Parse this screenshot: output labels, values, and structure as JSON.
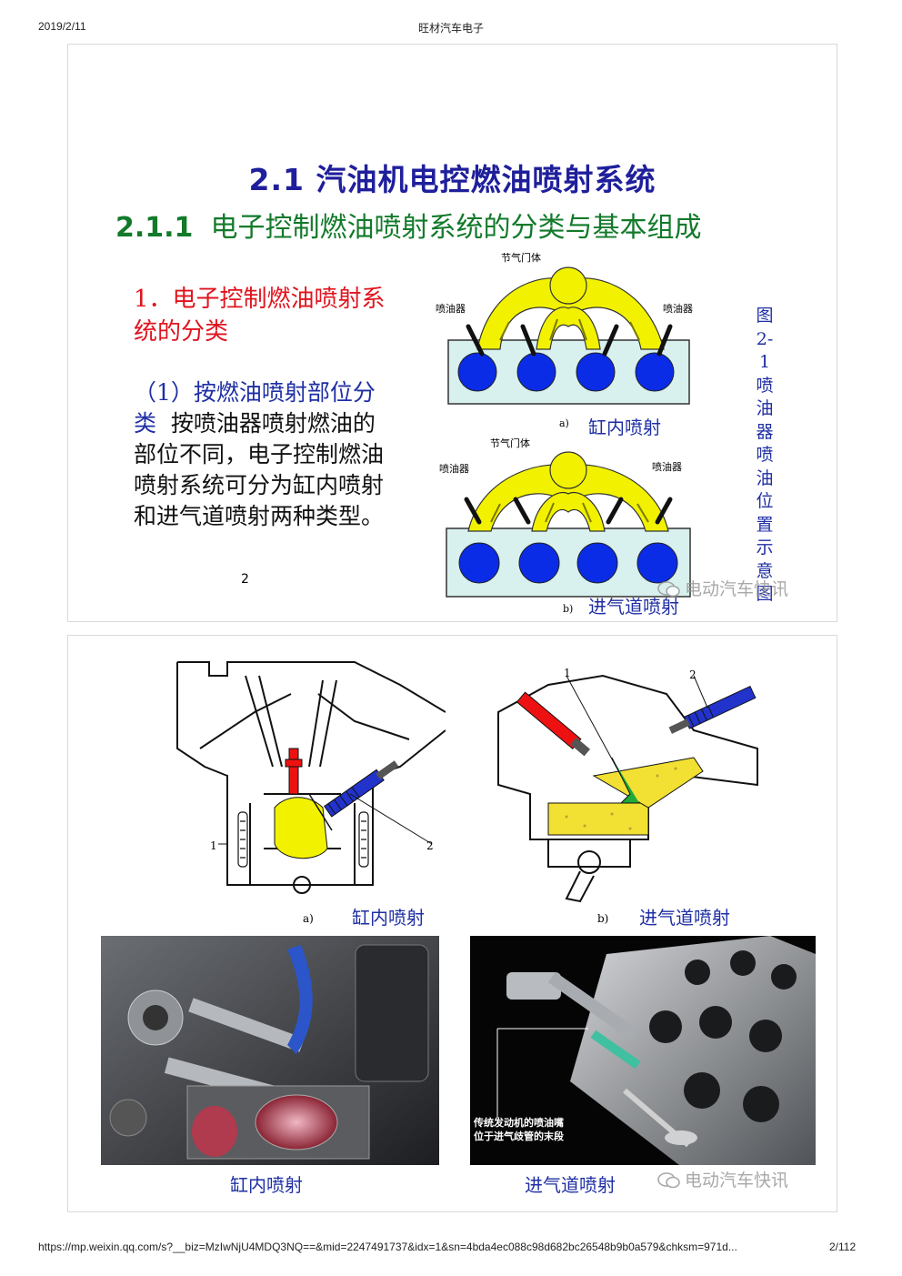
{
  "header": {
    "date": "2019/2/11",
    "title": "旺材汽车电子"
  },
  "footer": {
    "url": "https://mp.weixin.qq.com/s?__biz=MzIwNjU4MDQ3NQ==&mid=2247491737&idx=1&sn=4bda4ec088c98d682bc26548b9b0a579&chksm=971d...",
    "page": "2/112"
  },
  "slide1": {
    "title": "2.1  汽油机电控燃油喷射系统",
    "subtitle_num": "2.1.1",
    "subtitle_text": "电子控制燃油喷射系统的分类与基本组成",
    "heading_red": "1．电子控制燃油喷射系统的分类",
    "heading_blue": "（1）按燃油喷射部位分类",
    "body": "按喷油器喷射燃油的部位不同，电子控制燃油喷射系统可分为缸内喷射和进气道喷射两种类型。",
    "page_number": "2",
    "fig_label_throttle_a": "节气门体",
    "fig_label_injector_left_a": "喷油器",
    "fig_label_injector_right_a": "喷油器",
    "fig_label_throttle_b": "节气门体",
    "fig_label_injector_left_b": "喷油器",
    "fig_label_injector_right_b": "喷油器",
    "fig_sub_a": "a)",
    "fig_sub_b": "b)",
    "caption_a": "缸内喷射",
    "caption_b": "进气道喷射",
    "vertical_caption": "图2-1喷油器喷油位置示意图",
    "watermark": "电动汽车快讯"
  },
  "slide2": {
    "diag_a_sub": "a)",
    "diag_a_caption": "缸内喷射",
    "diag_a_label1": "1",
    "diag_a_label2": "2",
    "diag_b_sub": "b)",
    "diag_b_caption": "进气道喷射",
    "diag_b_label1": "1",
    "diag_b_label2": "2",
    "photo_right_caption_line1": "传统发动机的喷油嘴",
    "photo_right_caption_line2": "位于进气歧管的末段",
    "photo_left_caption": "缸内喷射",
    "photo_right_caption": "进气道喷射",
    "watermark": "电动汽车快讯"
  },
  "colors": {
    "title_blue": "#1f1f9c",
    "subtitle_green": "#127a2a",
    "heading_red": "#e0141e",
    "caption_blue": "#1f2fa4",
    "manifold_yellow": "#f2f200",
    "cylinder_blue": "#0a2ce6"
  }
}
